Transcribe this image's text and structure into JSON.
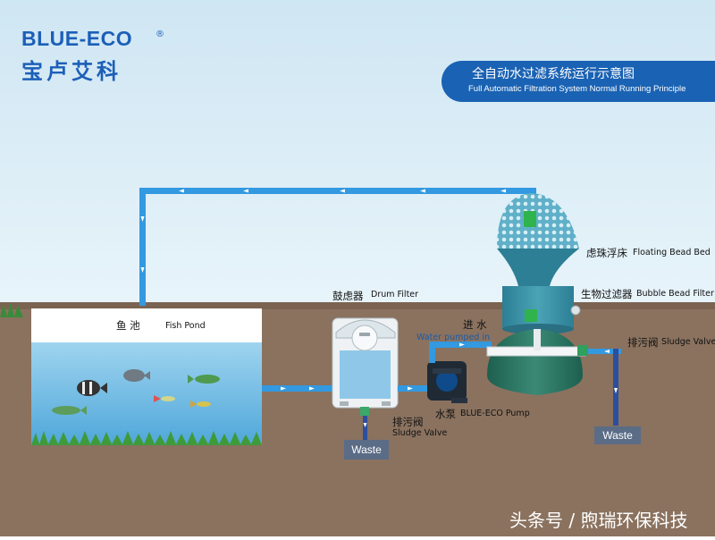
{
  "brand": {
    "name_en": "BLUE-ECO",
    "registered": "®",
    "name_cn": "宝卢艾科"
  },
  "title": {
    "cn": "全自动水过滤系统运行示意图",
    "en": "Full Automatic Filtration System Normal Running Principle"
  },
  "labels": {
    "fish_pond_cn": "鱼  池",
    "fish_pond_en": "Fish Pond",
    "drum_filter_cn": "鼓虑器",
    "drum_filter_en": "Drum Filter",
    "floating_bead_cn": "虑珠浮床",
    "floating_bead_en": "Floating Bead Bed",
    "bubble_bead_cn": "生物过滤器",
    "bubble_bead_en": "Bubble Bead Filter",
    "water_in_cn": "进  水",
    "water_in_en": "Water pumped in",
    "pump_cn": "水泵",
    "pump_en": "BLUE-ECO Pump",
    "sludge_valve_1_cn": "排污阀",
    "sludge_valve_1_en": "Sludge Valve",
    "sludge_valve_2_cn": "排污阀",
    "sludge_valve_2_en": "Sludge Valve",
    "waste_1": "Waste",
    "waste_2": "Waste"
  },
  "watermark": "头条号 / 煦瑞环保科技",
  "colors": {
    "sky": "#d9ecf6",
    "ground": "#8b7361",
    "pipe": "#2f8fdc",
    "brand": "#1c5fb8",
    "filter": "#3a8fa0",
    "waste_box": "#5b6c86"
  }
}
